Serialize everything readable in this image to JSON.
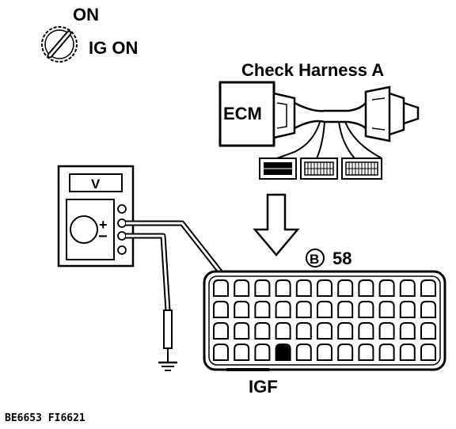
{
  "ignition": {
    "on_label": "ON",
    "state_label": "IG ON"
  },
  "harness": {
    "title": "Check Harness A",
    "ecm_label": "ECM"
  },
  "meter": {
    "display": "V",
    "plus": "+",
    "minus": "−"
  },
  "connector": {
    "id_letter": "B",
    "number": "58",
    "terminal_label": "IGF",
    "rows": 4,
    "cols": 11,
    "highlight": {
      "row": 3,
      "col": 3
    }
  },
  "footer": {
    "code": "BE6653 FI6621"
  },
  "icons": [
    "ignition-key-icon",
    "arrow-down-icon",
    "ground-icon"
  ]
}
